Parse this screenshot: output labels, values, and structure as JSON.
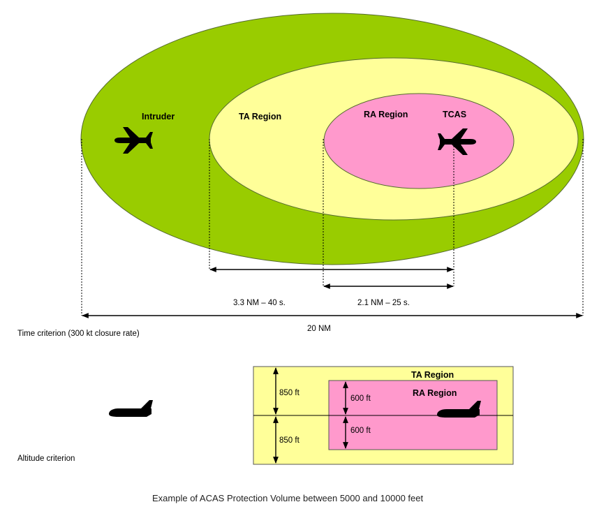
{
  "top": {
    "intruder_label": "Intruder",
    "ta_region_label": "TA Region",
    "ra_region_label": "RA Region",
    "tcas_label": "TCAS",
    "ta_distance": "3.3 NM – 40 s.",
    "ra_distance": "2.1 NM – 25 s.",
    "outer_distance": "20 NM",
    "criterion": "Time criterion (300 kt closure rate)"
  },
  "bottom": {
    "ta_region_label": "TA Region",
    "ra_region_label": "RA Region",
    "ta_upper": "850 ft",
    "ta_lower": "850 ft",
    "ra_upper": "600 ft",
    "ra_lower": "600 ft",
    "criterion": "Altitude criterion"
  },
  "caption": "Example of ACAS Protection Volume between 5000 and 10000 feet",
  "colors": {
    "outer": "#99cc00",
    "ta": "#ffff99",
    "ra": "#ff99cc"
  },
  "icons": {
    "intruder": "airplane-icon",
    "tcas": "airplane-icon",
    "side_plane": "airplane-side-icon"
  }
}
